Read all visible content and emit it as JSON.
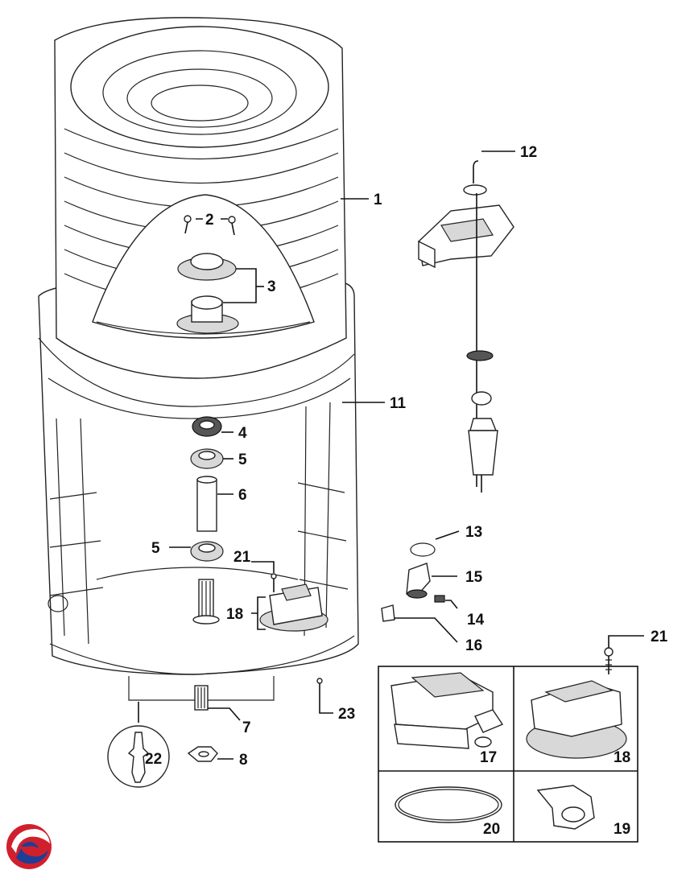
{
  "callouts": [
    "1",
    "2",
    "3",
    "4",
    "5",
    "6",
    "5",
    "7",
    "8",
    "11",
    "12",
    "13",
    "14",
    "15",
    "16",
    "18",
    "21",
    "21",
    "22",
    "23",
    "17",
    "18",
    "19",
    "20"
  ],
  "colors": {
    "line": "#111111",
    "logo_red": "#d0202e",
    "logo_blue": "#1d3f95"
  },
  "logo_icon": "brand-swirl-logo-icon"
}
